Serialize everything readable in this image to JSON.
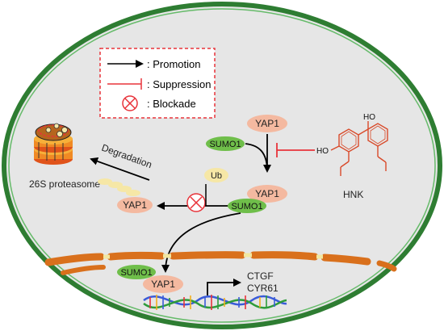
{
  "legend": {
    "items": [
      {
        "symbol": "arrow",
        "label": ": Promotion",
        "color": "#000000"
      },
      {
        "symbol": "suppression",
        "label": ": Suppression",
        "color": "#e8333a"
      },
      {
        "symbol": "blockade",
        "label": ": Blockade",
        "color": "#e8333a"
      }
    ]
  },
  "labels": {
    "yap1_top": "YAP1",
    "sumo1_top": "SUMO1",
    "yap1_mid": "YAP1",
    "sumo1_mid": "SUMO1",
    "ub": "Ub",
    "yap1_left": "YAP1",
    "degradation": "Degradation",
    "proteasome": "26S proteasome",
    "hnk": "HNK",
    "ho_left": "HO",
    "oh_top": "HO",
    "sumo1_nucleus": "SUMO1",
    "yap1_nucleus": "YAP1",
    "ctgf": "CTGF",
    "cyr61": "CYR61"
  },
  "colors": {
    "cell_membrane": "#2e7d32",
    "cytoplasm": "#e5e5e5",
    "yap1": "#f4b9a0",
    "sumo1": "#6fbe4a",
    "ub": "#f6e7a6",
    "nucleus_membrane": "#d9701c",
    "inhibit": "#e8333a"
  }
}
